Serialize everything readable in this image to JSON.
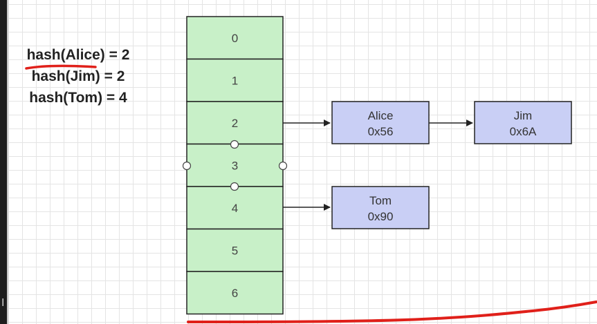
{
  "hash_lines": [
    "hash(Alice) = 2",
    "hash(Jim) = 2",
    "hash(Tom) = 4"
  ],
  "buckets": [
    "0",
    "1",
    "2",
    "3",
    "4",
    "5",
    "6"
  ],
  "nodes": [
    {
      "id": "alice",
      "name": "Alice",
      "addr": "0x56"
    },
    {
      "id": "jim",
      "name": "Jim",
      "addr": "0x6A"
    },
    {
      "id": "tom",
      "name": "Tom",
      "addr": "0x90"
    }
  ],
  "colors": {
    "bucket_fill": "#c8f0c8",
    "node_fill": "#c9cff5",
    "stroke": "#222222",
    "underline": "#e0201a",
    "scribble": "#e0201a"
  },
  "corner_mark": "I"
}
